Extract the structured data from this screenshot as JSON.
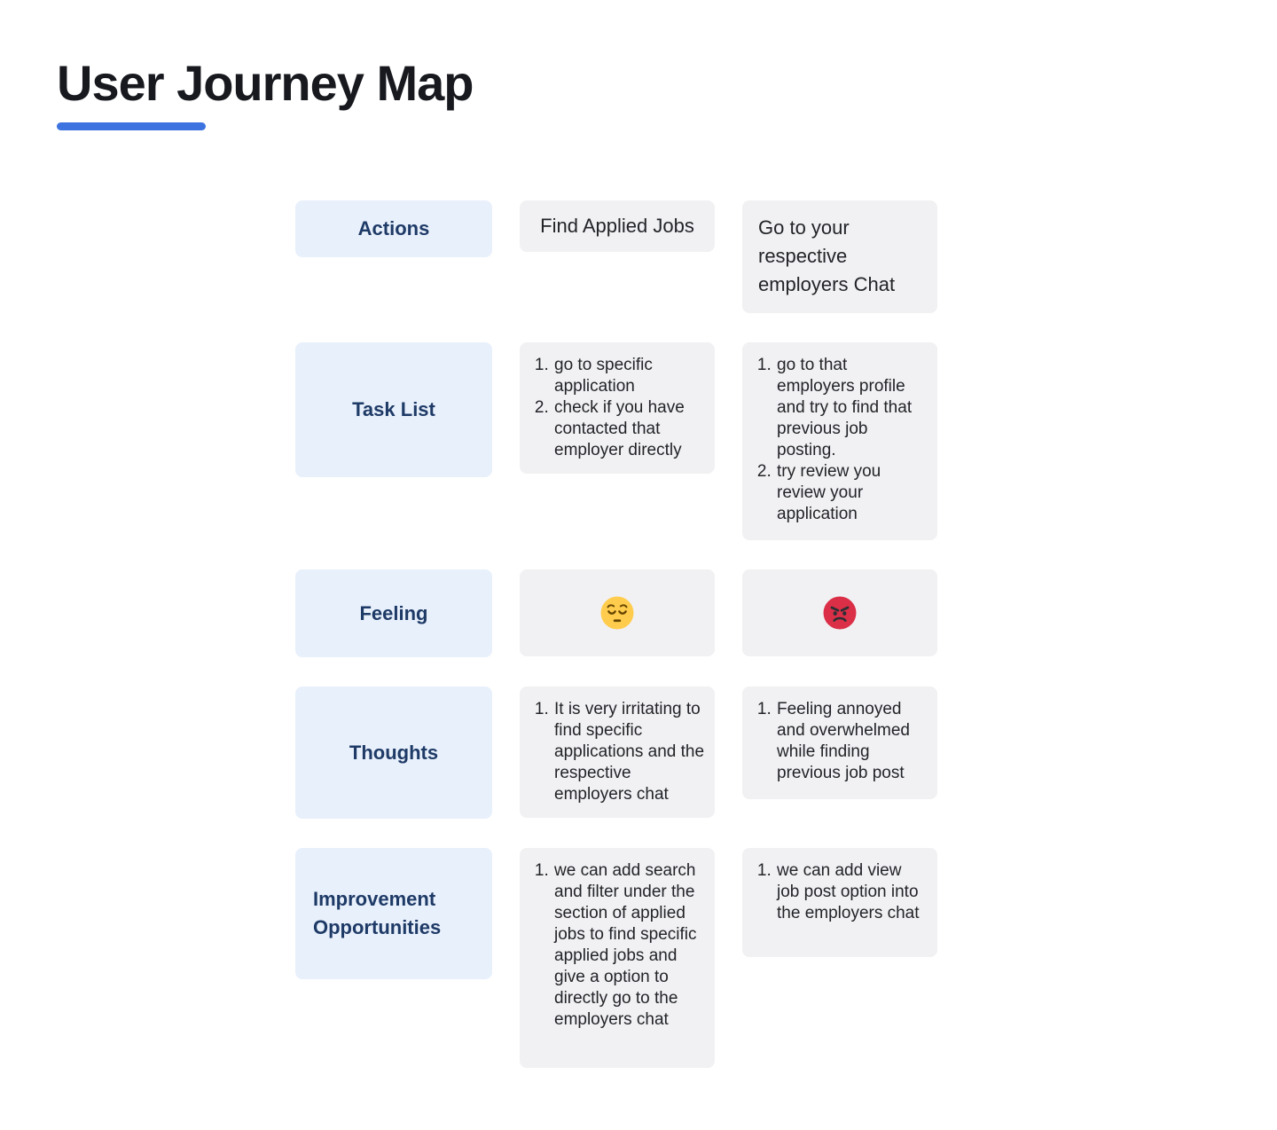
{
  "title": "User Journey Map",
  "accent_color": "#3D73E0",
  "colors": {
    "label_bg": "#E8F0FC",
    "label_text": "#1E3A66",
    "content_bg": "#F1F1F3",
    "content_text": "#222428",
    "title_text": "#17191E"
  },
  "rows": [
    {
      "label": "Actions",
      "cells": [
        {
          "type": "text",
          "text": "Find Applied Jobs"
        },
        {
          "type": "text",
          "text": "Go to your respective employers Chat"
        }
      ]
    },
    {
      "label": "Task List",
      "cells": [
        {
          "type": "list",
          "items": [
            "go to specific application",
            "check if you have contacted that employer directly"
          ]
        },
        {
          "type": "list",
          "items": [
            "go to that employers profile and try to find that previous job posting.",
            "try review you review your application"
          ]
        }
      ]
    },
    {
      "label": "Feeling",
      "cells": [
        {
          "type": "emoji",
          "icon": "pensive-face",
          "face_color": "#FFCC4D",
          "feature_color": "#664500"
        },
        {
          "type": "emoji",
          "icon": "angry-face",
          "face_color": "#DA2F47",
          "feature_color": "#292F33"
        }
      ]
    },
    {
      "label": "Thoughts",
      "cells": [
        {
          "type": "list",
          "items": [
            "It is very irritating to find specific applications and the respective employers chat"
          ]
        },
        {
          "type": "list",
          "items": [
            "Feeling annoyed and overwhelmed while finding previous job post"
          ]
        }
      ]
    },
    {
      "label": "Improvement Opportunities",
      "cells": [
        {
          "type": "list",
          "items": [
            "we can add search and filter under the section of applied jobs to find specific applied jobs and give a option to directly go to the employers chat"
          ]
        },
        {
          "type": "list",
          "items": [
            "we can add view job post option into the employers chat"
          ]
        }
      ]
    }
  ]
}
